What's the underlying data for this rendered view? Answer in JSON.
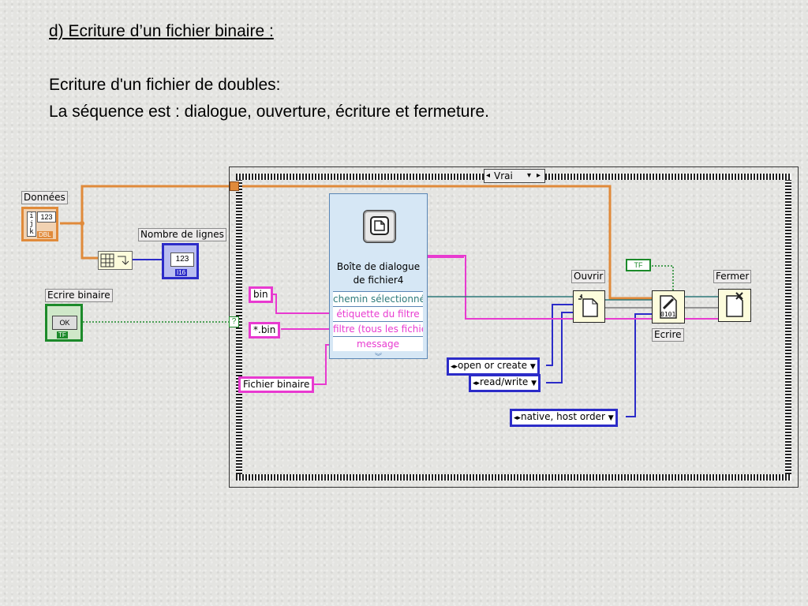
{
  "slide": {
    "title": "d) Ecriture d’un fichier binaire :",
    "subtitle": "Ecriture d'un fichier de doubles:",
    "sequence": "La séquence est : dialogue, ouverture, écriture et fermeture."
  },
  "diagram": {
    "donnees_label": "Données",
    "donnees_value": "123",
    "donnees_type": "DBL",
    "donnees_indices": [
      "i",
      "j",
      "k"
    ],
    "nombre_lignes_label": "Nombre de lignes",
    "nombre_lignes_value": "123",
    "nombre_lignes_type": "I16",
    "ecrire_binaire_label": "Ecrire binaire",
    "ecrire_binaire_button": "OK",
    "ecrire_binaire_type": "TF",
    "case_selector": "Vrai",
    "case_selector_symbol": "?",
    "dialog_title_line1": "Boîte de dialogue",
    "dialog_title_line2": "de fichier4",
    "dialog_terminals": [
      "chemin sélectionné",
      "étiquette du filtre",
      "filtre (tous les fichiers)",
      "message"
    ],
    "const_bin": "bin",
    "const_star_bin": "*.bin",
    "const_fichier_binaire": "Fichier binaire",
    "tf_constant": "TF",
    "ouvrir_label": "Ouvrir",
    "ecrire_label": "Ecrire",
    "ecrire_icon_text": "0101",
    "fermer_label": "Fermer",
    "enum_open": "open or create",
    "enum_access": "read/write",
    "enum_order": "native, host order",
    "colors": {
      "orange_wire": "#e08a3a",
      "pink_wire": "#e83ad0",
      "blue_wire": "#2c2cc8",
      "green_wire": "#1c8a2a",
      "teal_wire": "#2e7a7a"
    }
  }
}
